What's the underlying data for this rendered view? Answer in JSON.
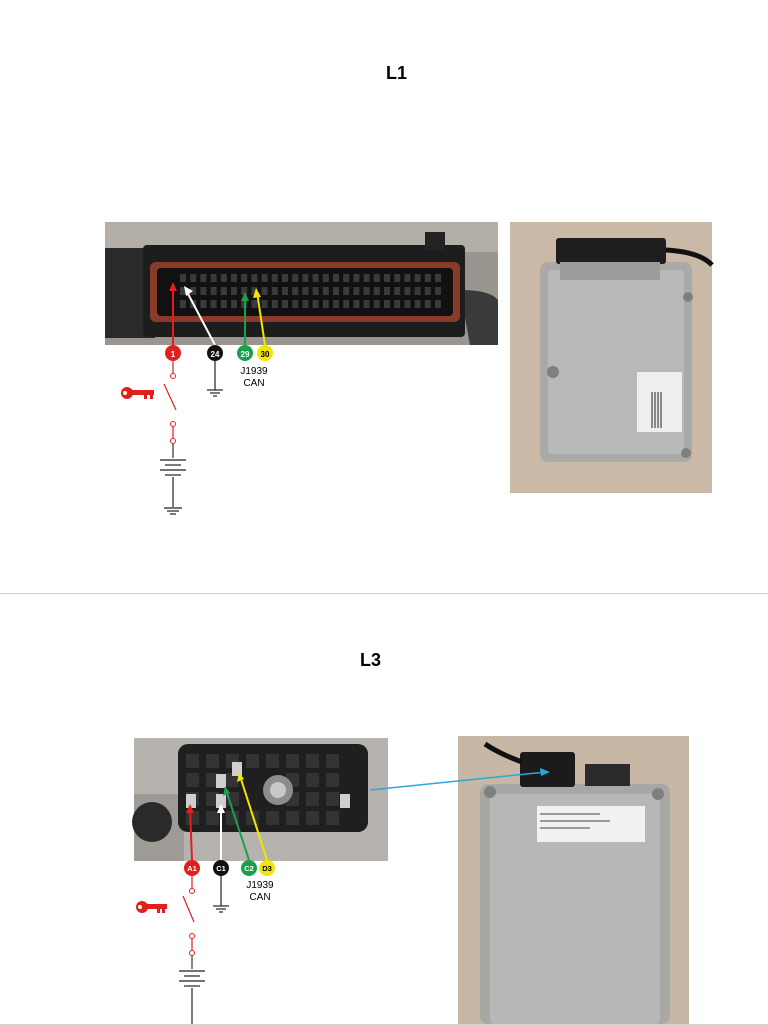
{
  "slides": [
    {
      "title": "L1",
      "pins": [
        {
          "label": "1",
          "color": "#e0201c",
          "text": "#fff"
        },
        {
          "label": "24",
          "color": "#111111",
          "text": "#fff"
        },
        {
          "label": "29",
          "color": "#1aa04a",
          "text": "#fff"
        },
        {
          "label": "30",
          "color": "#f2e600",
          "text": "#000"
        }
      ],
      "can_label": "J1939 CAN"
    },
    {
      "title": "L3",
      "pins": [
        {
          "label": "A1",
          "color": "#e0201c",
          "text": "#fff"
        },
        {
          "label": "C1",
          "color": "#111111",
          "text": "#fff"
        },
        {
          "label": "C2",
          "color": "#1aa04a",
          "text": "#fff"
        },
        {
          "label": "D3",
          "color": "#f2e600",
          "text": "#000"
        }
      ],
      "can_label": "J1939 CAN"
    }
  ],
  "icons": [
    "key-icon",
    "switch-symbol",
    "battery-symbol",
    "ground-symbol",
    "connector-photo",
    "ecu-photo"
  ],
  "colors": {
    "wire_red": "#e0201c",
    "wire_white": "#ffffff",
    "wire_green": "#1aa04a",
    "wire_yellow": "#f2e600",
    "arrow_blue": "#2aa8d8"
  }
}
